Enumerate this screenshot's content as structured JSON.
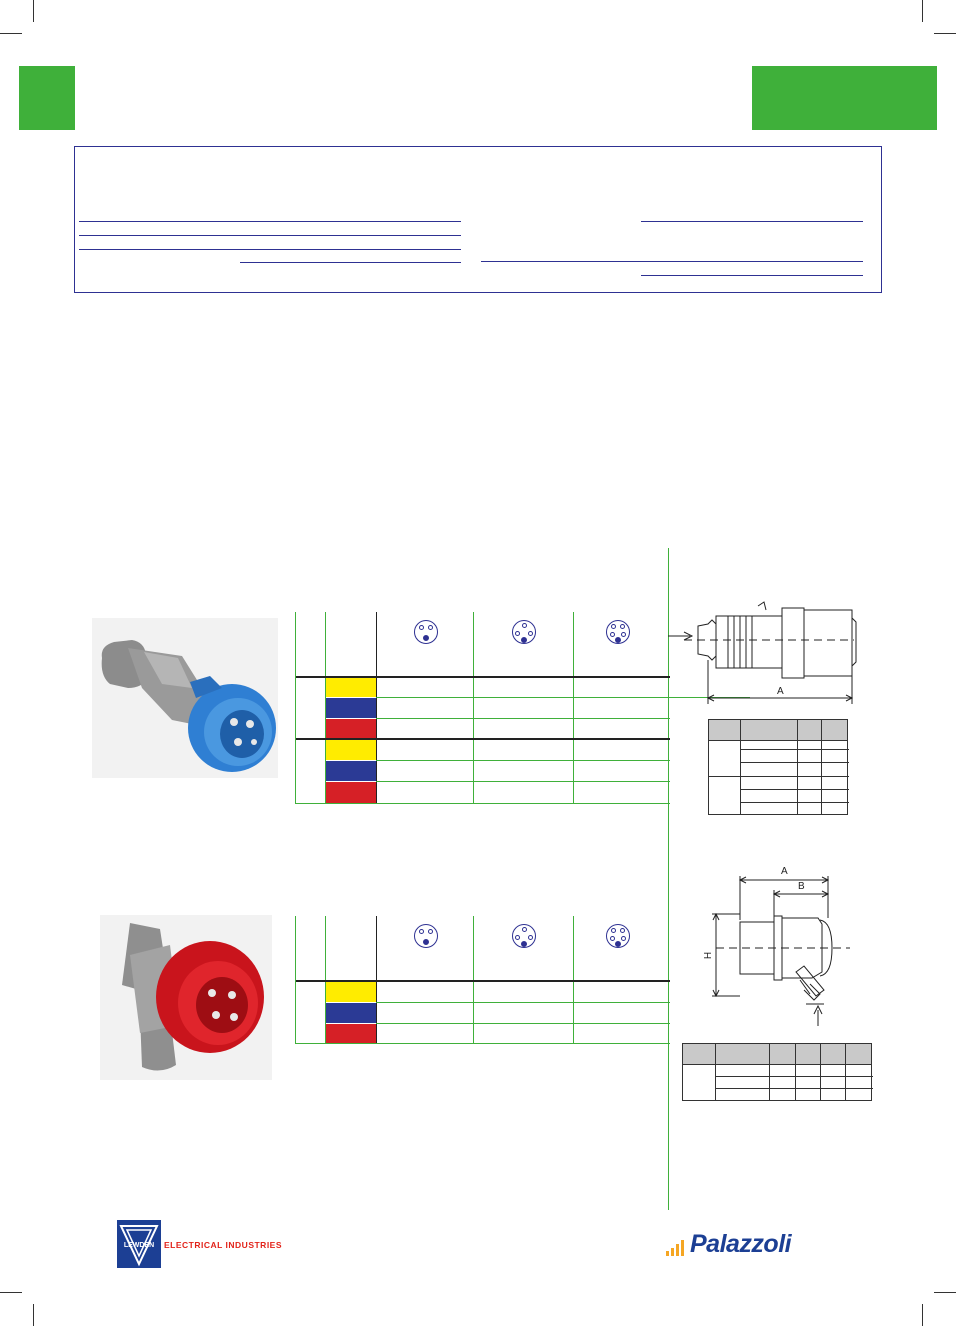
{
  "brand": {
    "left_logo_text": "LEWDEN",
    "left_company": "ELECTRICAL INDUSTRIES",
    "right_logo_text": "Palazzoli"
  },
  "dimensions_straight": {
    "a_label": "A"
  },
  "dimensions_angled": {
    "a_label": "A",
    "b_label": "B",
    "h_label": "H"
  },
  "colors": {
    "tab_green": "#3fb03a",
    "border_blue": "#2e3192",
    "yellow": "#ffec00",
    "blue": "#2b3a95",
    "red": "#d62026"
  },
  "icons": {
    "plug_blue": "blue-industrial-plug-icon",
    "plug_red": "red-angled-plug-icon",
    "pins_3": "pin-config-3-icon",
    "pins_4": "pin-config-4-icon",
    "pins_5": "pin-config-5-icon"
  }
}
